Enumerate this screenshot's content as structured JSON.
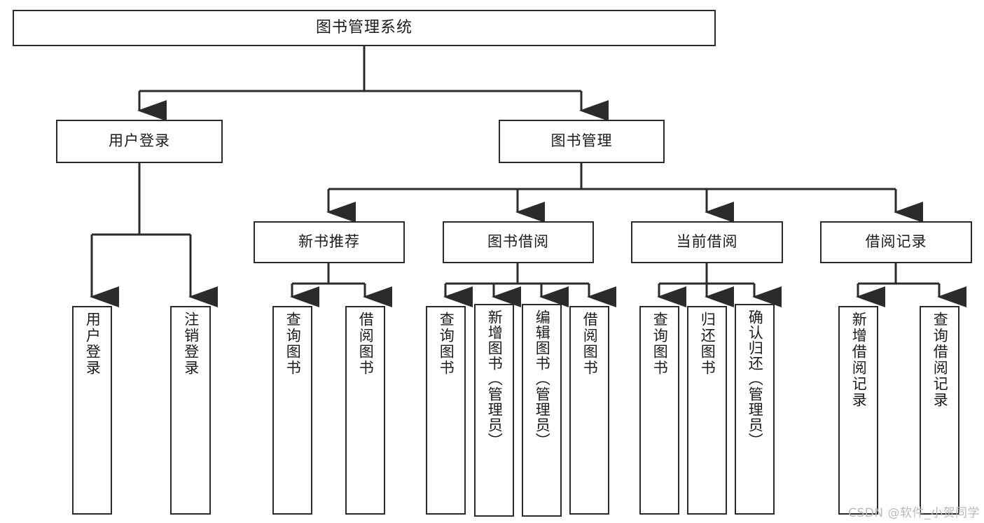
{
  "diagram": {
    "title": "图书管理系统",
    "type": "tree-hierarchy-chart",
    "root": {
      "label": "图书管理系统"
    },
    "level2": [
      {
        "label": "用户登录"
      },
      {
        "label": "图书管理"
      }
    ],
    "level3": [
      {
        "label": "新书推荐"
      },
      {
        "label": "图书借阅"
      },
      {
        "label": "当前借阅"
      },
      {
        "label": "借阅记录"
      }
    ],
    "leaves": {
      "user_login": [
        {
          "label": "用户登录"
        },
        {
          "label": "注销登录"
        }
      ],
      "new_book_recommend": [
        {
          "label": "查询图书"
        },
        {
          "label": "借阅图书"
        }
      ],
      "book_borrow": [
        {
          "label": "查询图书"
        },
        {
          "label": "新增图书（管理员）"
        },
        {
          "label": "编辑图书（管理员）"
        },
        {
          "label": "借阅图书"
        }
      ],
      "current_borrow": [
        {
          "label": "查询图书"
        },
        {
          "label": "归还图书"
        },
        {
          "label": "确认归还（管理员）"
        }
      ],
      "borrow_record": [
        {
          "label": "新增借阅记录"
        },
        {
          "label": "查询借阅记录"
        }
      ]
    }
  },
  "watermark": {
    "text": "CSDN @软件_小贺同学"
  },
  "colors": {
    "stroke": "#2b2b2b",
    "fill": "#ffffff",
    "text": "#1b1b1b",
    "watermark": "#b9b9b9"
  }
}
